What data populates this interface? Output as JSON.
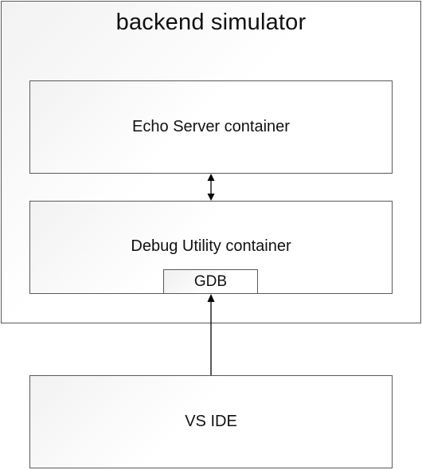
{
  "diagram": {
    "outer": {
      "title": "backend simulator"
    },
    "echo_server": {
      "label": "Echo Server container"
    },
    "debug_utility": {
      "label": "Debug Utility container",
      "gdb_label": "GDB"
    },
    "vs_ide": {
      "label": "VS IDE"
    },
    "colors": {
      "border": "#5a5a5a",
      "fill_tint": "#f2f2f2",
      "arrow": "#000000"
    }
  }
}
